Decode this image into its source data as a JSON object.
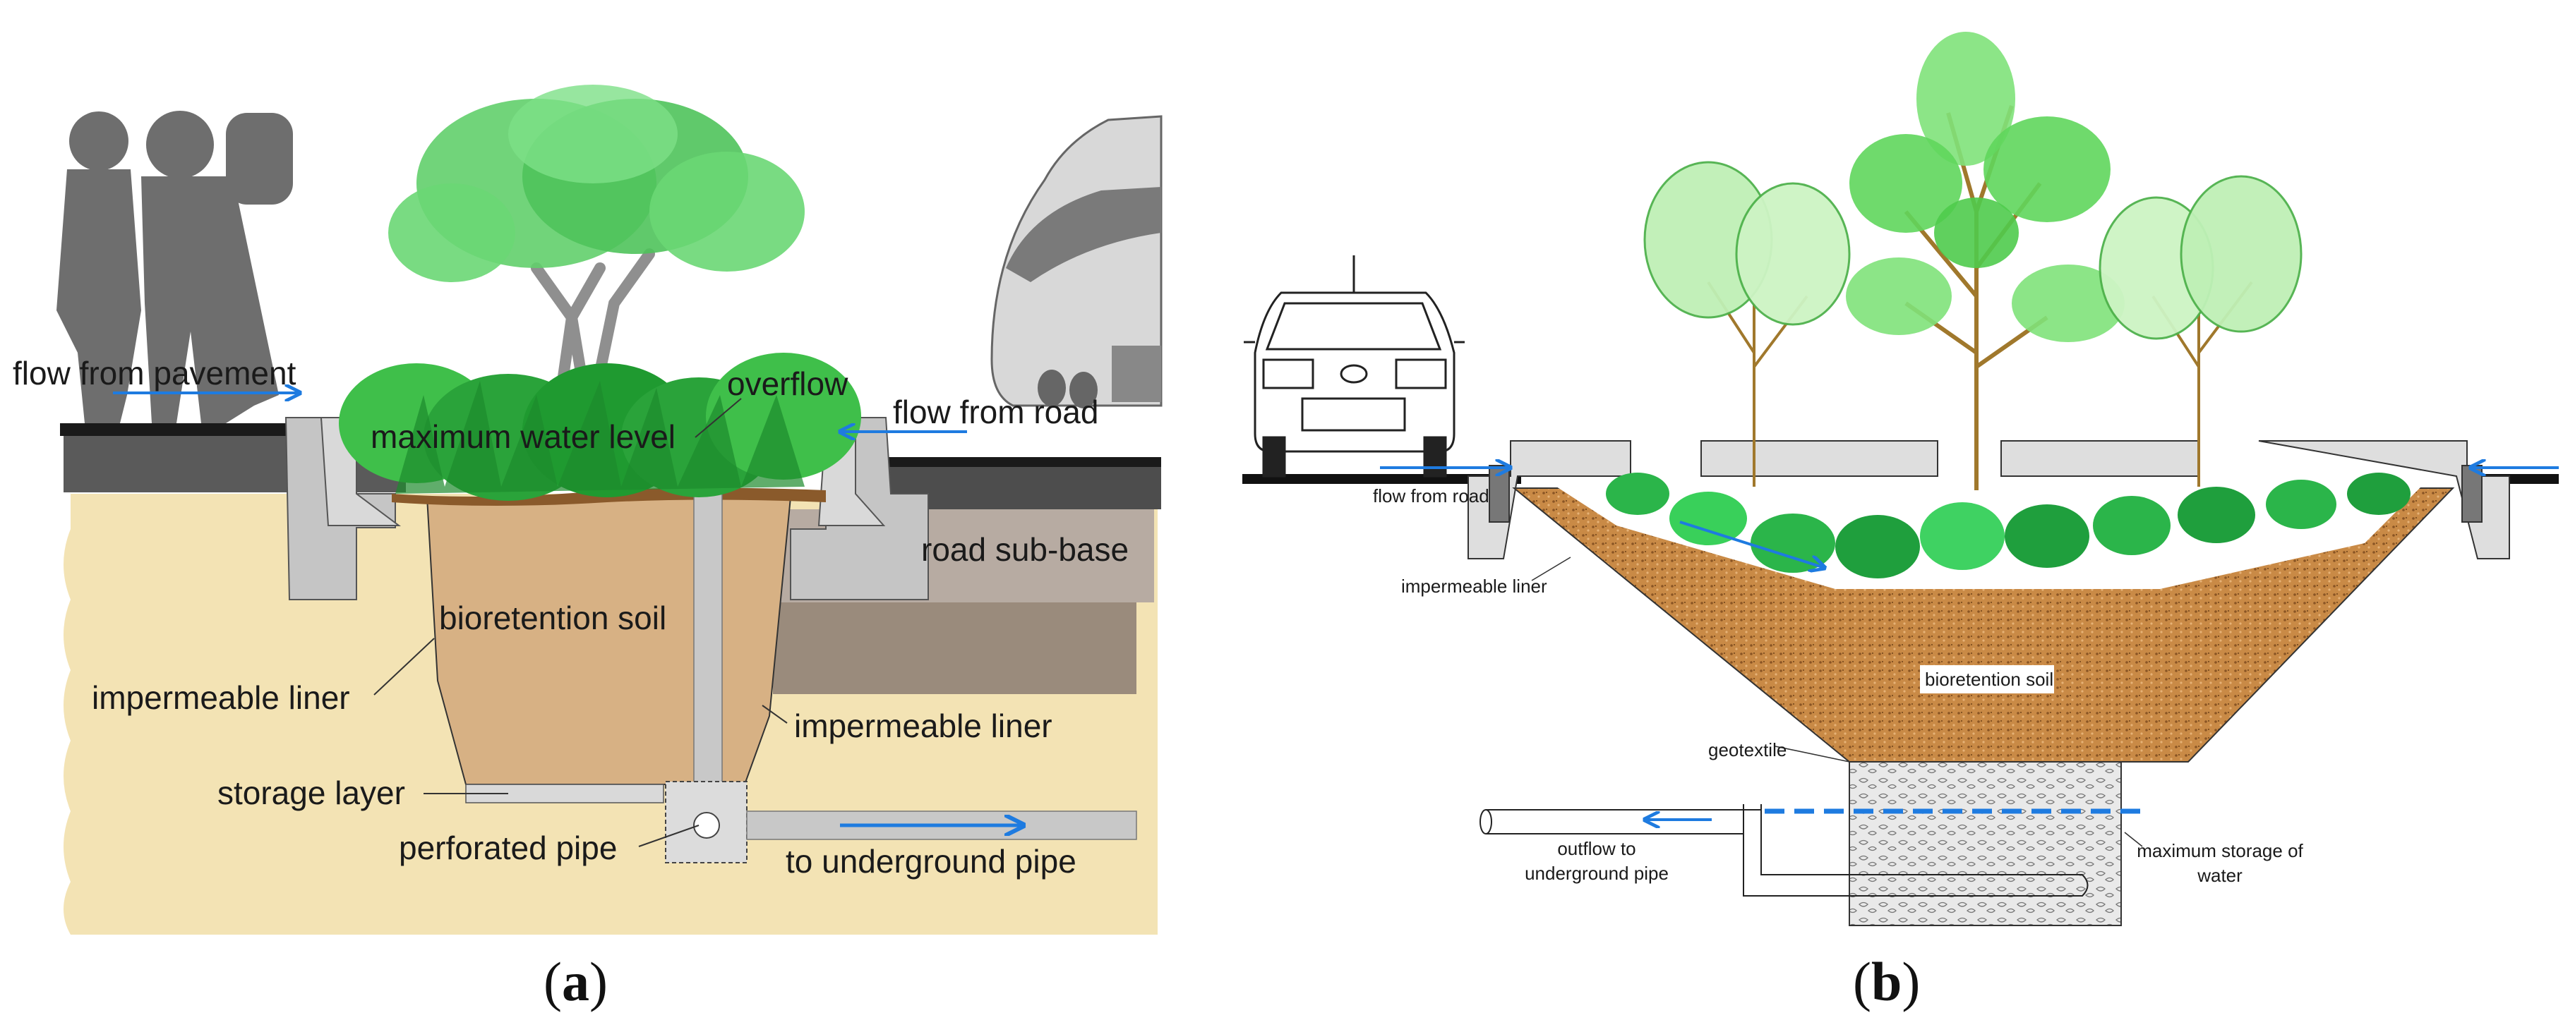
{
  "panels": {
    "a": {
      "caption_open": "(",
      "caption_letter": "a",
      "caption_close": ")",
      "labels": {
        "flow_from_pavement": "flow from pavement",
        "overflow": "overflow",
        "flow_from_road": "flow from road",
        "maximum_water_level": "maximum water level",
        "road_sub_base": "road sub-base",
        "bioretention_soil": "bioretention soil",
        "impermeable_liner_left": "impermeable liner",
        "impermeable_liner_right": "impermeable liner",
        "storage_layer": "storage layer",
        "perforated_pipe": "perforated pipe",
        "to_underground_pipe": "to underground pipe"
      }
    },
    "b": {
      "caption_open": "(",
      "caption_letter": "b",
      "caption_close": ")",
      "labels": {
        "flow_from_road": "flow from road",
        "impermeable_liner": "impermeable liner",
        "bioretention_soil": "bioretention soil",
        "geotextile": "geotextile",
        "outflow_line1": "outflow to",
        "outflow_line2": "underground pipe",
        "max_storage_line1": "maximum storage of",
        "max_storage_line2": "water"
      }
    }
  },
  "colors": {
    "flow_arrow": "#1e7be0",
    "native_soil": "#f3e3b4",
    "bioretention_soil_a": "#d7b184",
    "road_sub_base": "#9a8b7c",
    "concrete": "#c5c5c5",
    "foliage": "#3fbf4a",
    "soil_b": "#c98a46"
  }
}
